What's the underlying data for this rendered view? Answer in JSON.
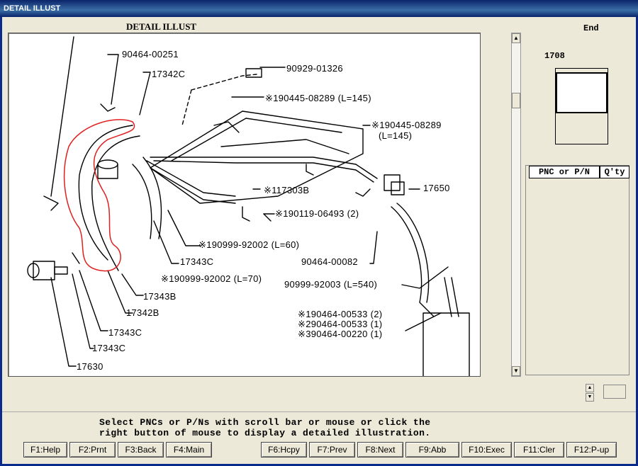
{
  "window": {
    "title": "DETAIL ILLUST"
  },
  "illustration": {
    "title": "DETAIL ILLUST",
    "callouts": [
      "90464-00251",
      "17342C",
      "90929-01326",
      "※190445-08289 (L=145)",
      "※190445-08289",
      "(L=145)",
      "17650",
      "※117303B",
      "※190119-06493 (2)",
      "※190999-92002 (L=60)",
      "17343C",
      "90464-00082",
      "※190999-92002 (L=70)",
      "90999-92003 (L=540)",
      "17343B",
      "17342B",
      "※190464-00533 (2)",
      "※290464-00533 (1)",
      "※390464-00220 (1)",
      "17343C",
      "17343C",
      "17630"
    ]
  },
  "side_panel": {
    "end_label": "End",
    "page_number": "1708",
    "table_headers": {
      "pnc": "PNC or P/N",
      "qty": "Q'ty"
    }
  },
  "status": {
    "line1": "Select PNCs or P/Ns with scroll bar or mouse or click the",
    "line2": "right button of mouse to display a detailed illustration."
  },
  "function_keys": [
    "F1:Help",
    "F2:Prnt",
    "F3:Back",
    "F4:Main",
    "F6:Hcpy",
    "F7:Prev",
    "F8:Next",
    "F9:Abb",
    "F10:Exec",
    "F11:Cler",
    "F12:P-up"
  ],
  "colors": {
    "titlebar": "#0a246a",
    "highlight": "#e02020"
  }
}
